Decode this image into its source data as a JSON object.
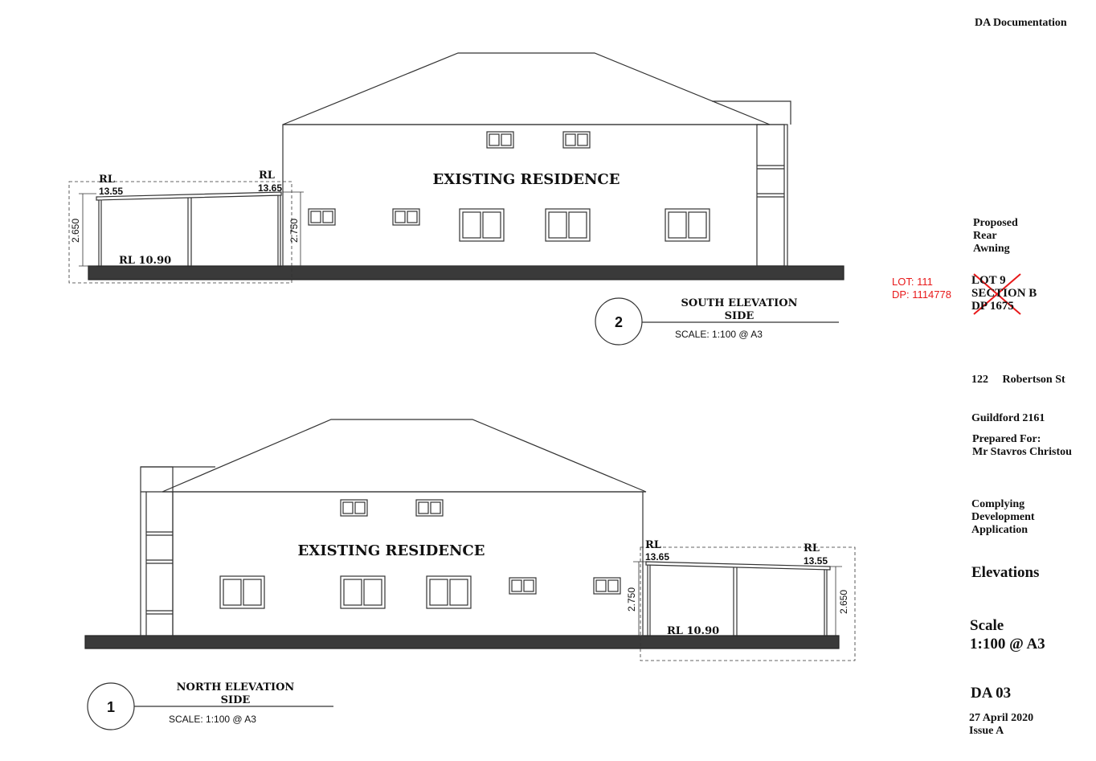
{
  "title_block": {
    "doc_type": "DA Documentation",
    "project_lines": [
      "Proposed",
      "Rear",
      "Awning"
    ],
    "lot_old": {
      "lot": "LOT 9",
      "section": "SECTION B",
      "dp": "DP 1675"
    },
    "lot_new": {
      "lot": "LOT: 111",
      "dp": "DP: 1114778"
    },
    "address_line1": "122     Robertson St",
    "address_line2": "Guildford 2161",
    "prepared_for_label": "Prepared For:",
    "prepared_for_name": "Mr Stavros Christou",
    "application_lines": [
      "Complying",
      "Development",
      "Application"
    ],
    "sheet_title": "Elevations",
    "scale_label": "Scale",
    "scale_value": "1:100 @ A3",
    "drawing_number": "DA 03",
    "date": "27 April 2020",
    "issue": "Issue A"
  },
  "south_elevation": {
    "number": "2",
    "title_line1": "SOUTH ELEVATION",
    "title_line2": "SIDE",
    "scale": "SCALE: 1:100 @ A3",
    "building_label": "EXISTING RESIDENCE",
    "rl_left_label": "RL",
    "rl_left_value": "13.55",
    "rl_right_label": "RL",
    "rl_right_value": "13.65",
    "rl_ground": "RL 10.90",
    "dim_left": "2.650",
    "dim_right": "2.750"
  },
  "north_elevation": {
    "number": "1",
    "title_line1": "NORTH ELEVATION",
    "title_line2": "SIDE",
    "scale": "SCALE: 1:100 @ A3",
    "building_label": "EXISTING RESIDENCE",
    "rl_left_label": "RL",
    "rl_left_value": "13.65",
    "rl_right_label": "RL",
    "rl_right_value": "13.55",
    "rl_ground": "RL 10.90",
    "dim_left": "2.750",
    "dim_right": "2.650"
  },
  "colors": {
    "line": "#333333",
    "ground": "#3a3a3a",
    "annotation_red": "#e8191a"
  }
}
